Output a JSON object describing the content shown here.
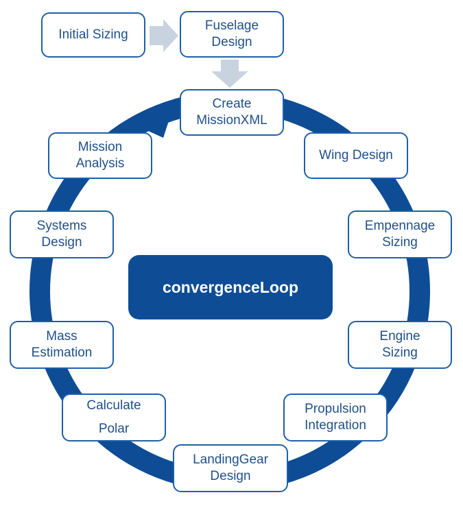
{
  "colors": {
    "ring": "#0e4d96",
    "box_border": "#1f5fa8",
    "box_text": "#1f4f8a",
    "arrow_gray": "#c9d3e0"
  },
  "center_label": "convergenceLoop",
  "nodes": {
    "initial_sizing": "Initial Sizing",
    "fuselage_design": "Fuselage\nDesign",
    "create_missionxml": "Create\nMissionXML",
    "wing_design": "Wing Design",
    "empennage_sizing": "Empennage\nSizing",
    "engine_sizing": "Engine\nSizing",
    "propulsion_integration": "Propulsion\nIntegration",
    "landinggear_design": "LandingGear\nDesign",
    "calculate_polar": "Calculate\nPolar",
    "mass_estimation": "Mass\nEstimation",
    "systems_design": "Systems\nDesign",
    "mission_analysis": "Mission\nAnalysis"
  }
}
